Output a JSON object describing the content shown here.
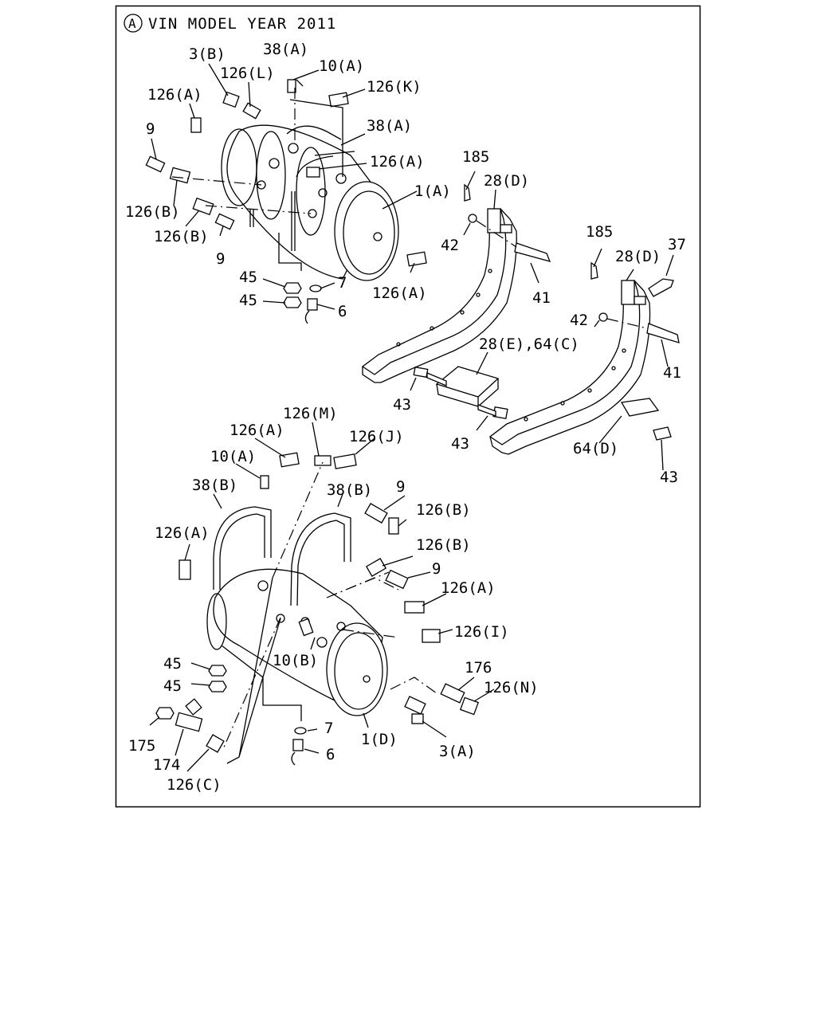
{
  "header": {
    "marker": "A",
    "title": "VIN MODEL YEAR 2011"
  },
  "labels": {
    "top": {
      "l_3B": "3(B)",
      "l_38A_1": "38(A)",
      "l_126L": "126(L)",
      "l_10A_1": "10(A)",
      "l_126A_1": "126(A)",
      "l_126K": "126(K)",
      "l_9_1": "9",
      "l_38A_2": "38(A)",
      "l_126A_2": "126(A)",
      "l_1A": "1(A)",
      "l_126B_1": "126(B)",
      "l_126B_2": "126(B)",
      "l_9_2": "9",
      "l_45_1": "45",
      "l_7_1": "7",
      "l_45_2": "45",
      "l_6_1": "6",
      "l_126A_3": "126(A)"
    },
    "brackets": {
      "l_185_1": "185",
      "l_28D_1": "28(D)",
      "l_42_1": "42",
      "l_41_1": "41",
      "l_185_2": "185",
      "l_28D_2": "28(D)",
      "l_37": "37",
      "l_42_2": "42",
      "l_41_2": "41",
      "l_28E64C": "28(E),64(C)",
      "l_43_1": "43",
      "l_43_2": "43",
      "l_64D": "64(D)",
      "l_43_3": "43"
    },
    "bottom": {
      "l_126A_4": "126(A)",
      "l_126M": "126(M)",
      "l_126J": "126(J)",
      "l_10A_2": "10(A)",
      "l_38B_1": "38(B)",
      "l_38B_2": "38(B)",
      "l_9_3": "9",
      "l_126B_3": "126(B)",
      "l_126A_5": "126(A)",
      "l_126B_4": "126(B)",
      "l_9_4": "9",
      "l_126A_6": "126(A)",
      "l_126I": "126(I)",
      "l_45_3": "45",
      "l_45_4": "45",
      "l_10B": "10(B)",
      "l_176": "176",
      "l_126N": "126(N)",
      "l_175": "175",
      "l_7_2": "7",
      "l_1D": "1(D)",
      "l_3A": "3(A)",
      "l_174": "174",
      "l_6_2": "6",
      "l_126C": "126(C)"
    }
  }
}
